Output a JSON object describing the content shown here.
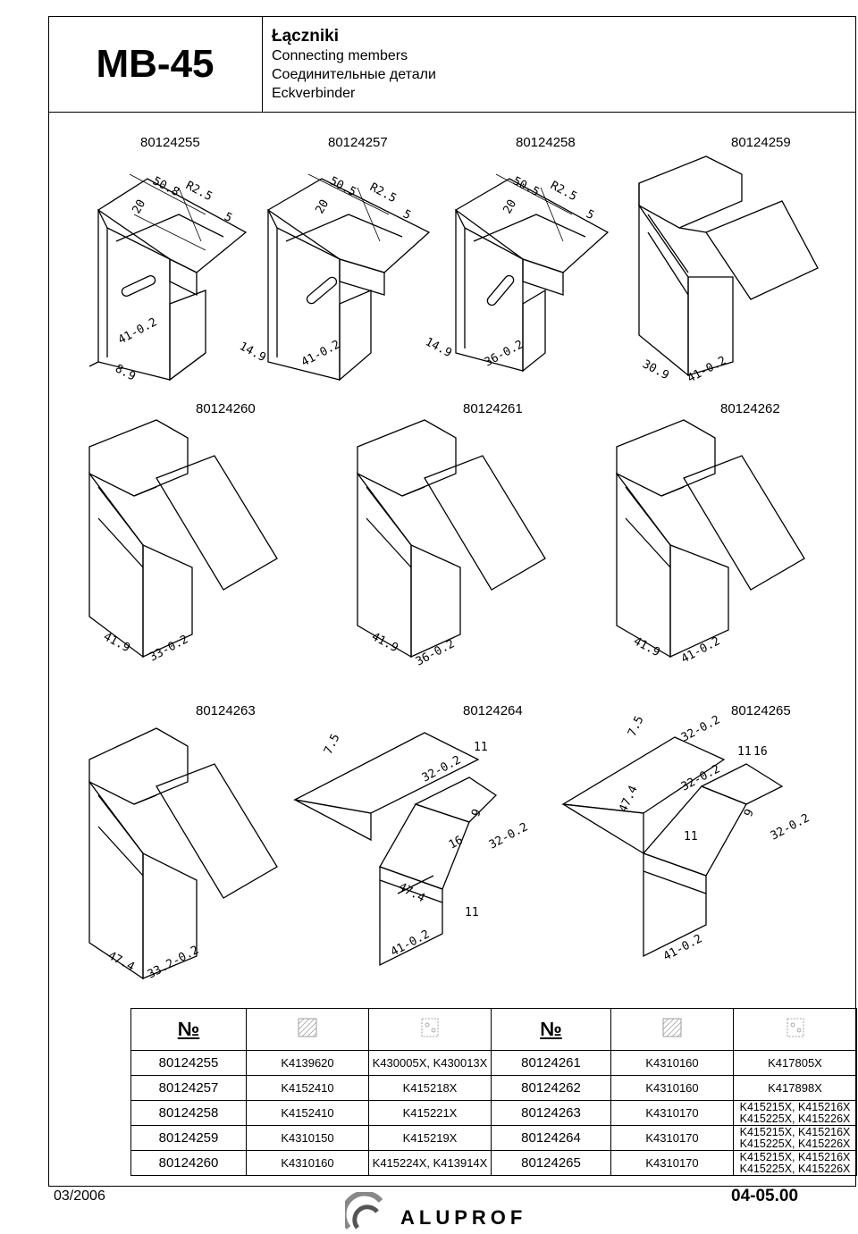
{
  "header": {
    "code": "MB-45",
    "title_pl": "Łączniki",
    "title_en": "Connecting members",
    "title_ru": "Соединительные детали",
    "title_de": "Eckverbinder"
  },
  "drawings": {
    "row1": [
      "80124255",
      "80124257",
      "80124258",
      "80124259"
    ],
    "row2": [
      "80124260",
      "80124261",
      "80124262"
    ],
    "row3": [
      "80124263",
      "80124264",
      "80124265"
    ]
  },
  "dims": {
    "d255": [
      "50.8",
      "R2.5",
      "20",
      "5",
      "41-0.2",
      "8.9"
    ],
    "d257": [
      "50.5",
      "R2.5",
      "20",
      "5",
      "14.9",
      "41-0.2"
    ],
    "d258": [
      "50.5",
      "R2.5",
      "20",
      "5",
      "14.9",
      "36-0.2"
    ],
    "d259": [
      "30.9",
      "41-0.2"
    ],
    "d260": [
      "41.9",
      "33-0.2"
    ],
    "d261": [
      "41.9",
      "36-0.2"
    ],
    "d262": [
      "41.9",
      "41-0.2"
    ],
    "d263": [
      "47.4",
      "33.2-0.2"
    ],
    "d264": [
      "7.5",
      "11",
      "32-0.2",
      "9",
      "16",
      "32-0.2",
      "47.4",
      "11",
      "41-0.2"
    ],
    "d265": [
      "7.5",
      "32-0.2",
      "11",
      "16",
      "47.4",
      "32-0.2",
      "9",
      "32-0.2",
      "11",
      "41-0.2"
    ]
  },
  "table": {
    "header_no": "№",
    "rows": [
      {
        "n1": "80124255",
        "a1": "K4139620",
        "b1": "K430005X, K430013X",
        "n2": "80124261",
        "a2": "K4310160",
        "b2": "K417805X"
      },
      {
        "n1": "80124257",
        "a1": "K4152410",
        "b1": "K415218X",
        "n2": "80124262",
        "a2": "K4310160",
        "b2": "K417898X"
      },
      {
        "n1": "80124258",
        "a1": "K4152410",
        "b1": "K415221X",
        "n2": "80124263",
        "a2": "K4310170",
        "b2": "K415215X, K415216X\nK415225X, K415226X"
      },
      {
        "n1": "80124259",
        "a1": "K4310150",
        "b1": "K415219X",
        "n2": "80124264",
        "a2": "K4310170",
        "b2": "K415215X, K415216X\nK415225X, K415226X"
      },
      {
        "n1": "80124260",
        "a1": "K4310160",
        "b1": "K415224X, K413914X",
        "n2": "80124265",
        "a2": "K4310170",
        "b2": "K415215X, K415216X\nK415225X, K415226X"
      }
    ]
  },
  "footer": {
    "date": "03/2006",
    "page": "04-05.00",
    "brand": "ALUPROF"
  }
}
